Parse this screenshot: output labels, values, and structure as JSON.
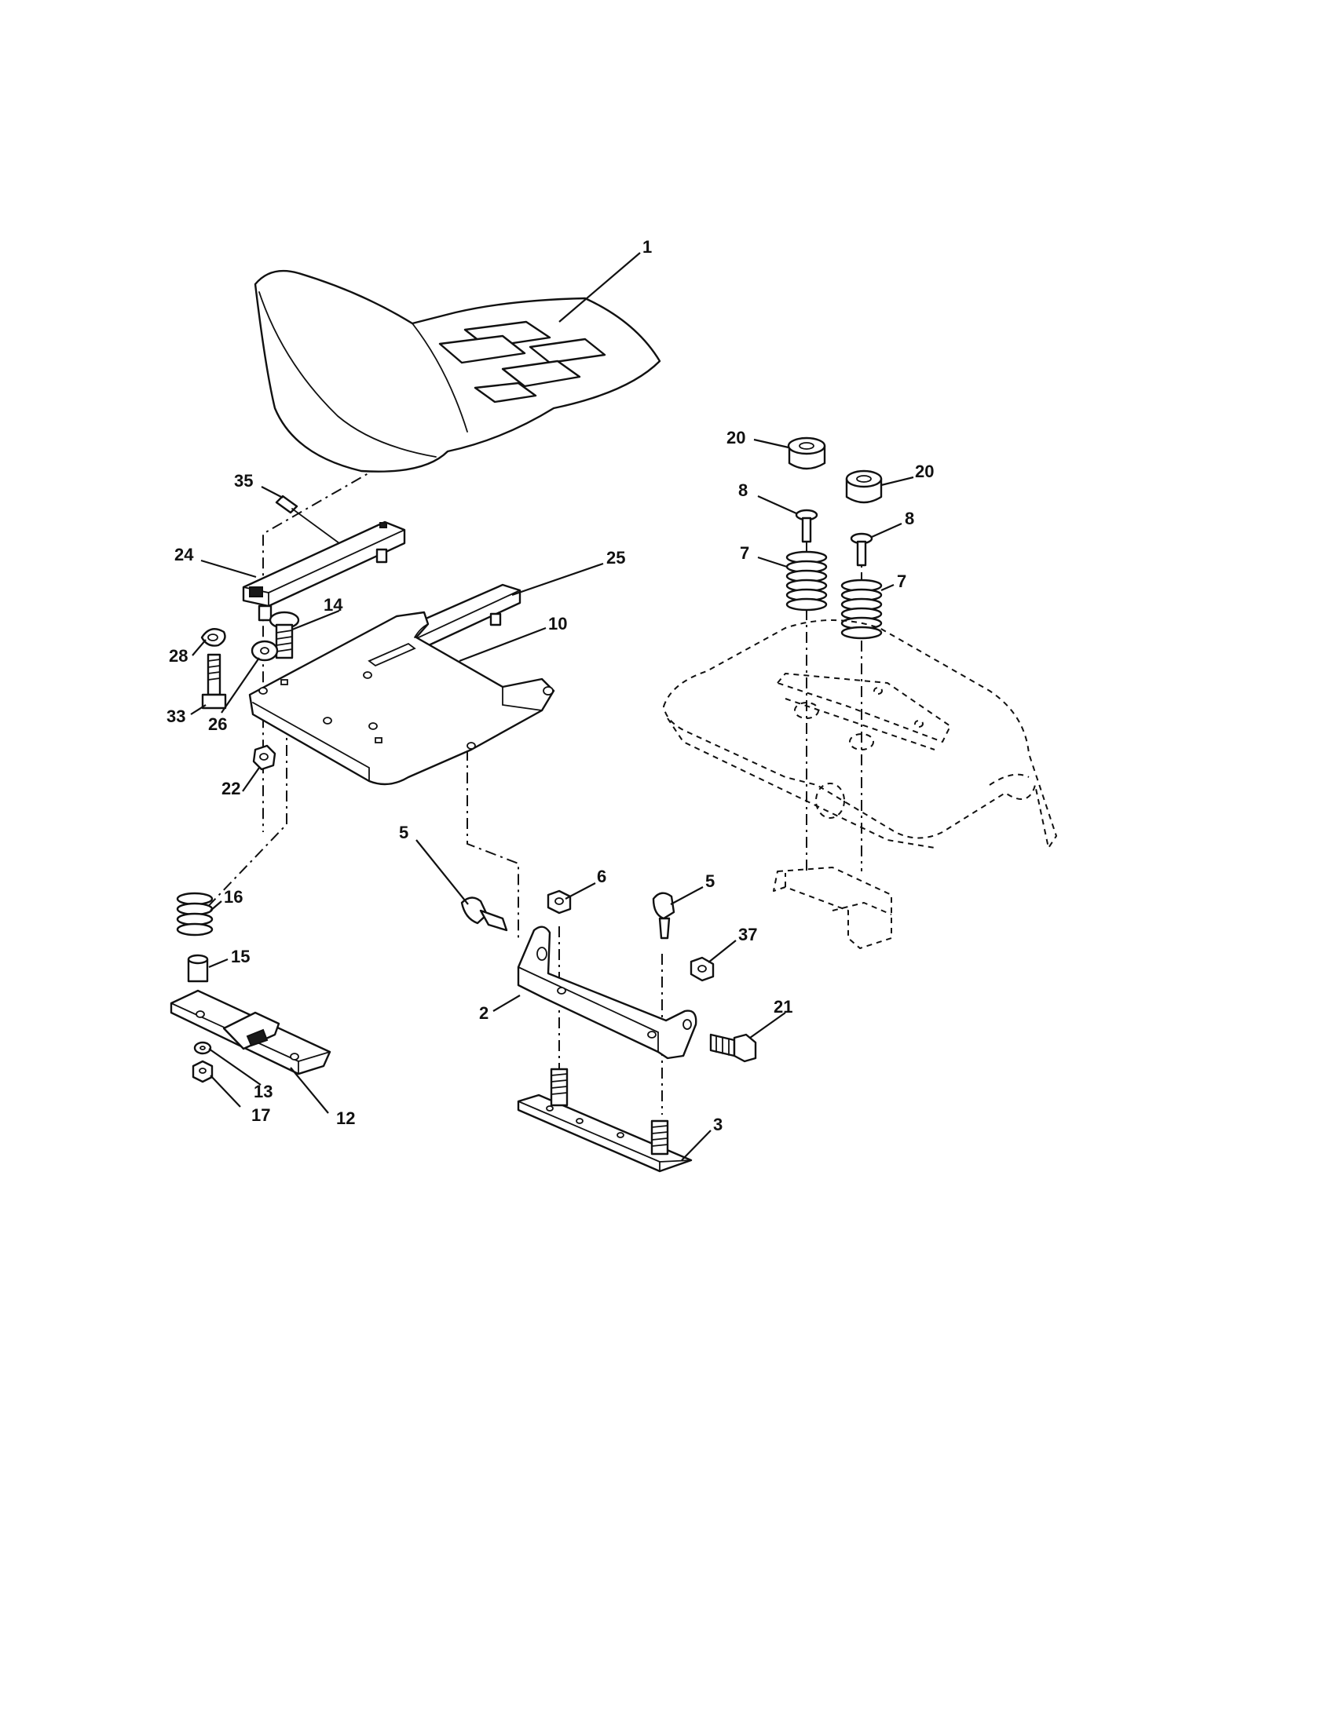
{
  "colors": {
    "ink": "#111111",
    "background": "#ffffff"
  },
  "callouts": {
    "c1": "1",
    "c2": "2",
    "c3": "3",
    "c5a": "5",
    "c5b": "5",
    "c6": "6",
    "c7a": "7",
    "c7b": "7",
    "c8a": "8",
    "c8b": "8",
    "c10": "10",
    "c12": "12",
    "c13": "13",
    "c14": "14",
    "c15": "15",
    "c16": "16",
    "c17": "17",
    "c20a": "20",
    "c20b": "20",
    "c21": "21",
    "c22": "22",
    "c24": "24",
    "c25": "25",
    "c26": "26",
    "c28": "28",
    "c33": "33",
    "c35": "35",
    "c37": "37"
  }
}
